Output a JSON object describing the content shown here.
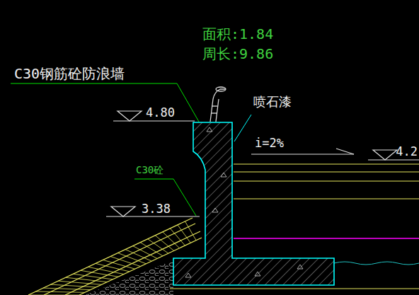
{
  "diagram": {
    "labels": [
      "面积:1.84",
      "周长:9.86",
      "C30钢筋砼防浪墙",
      "喷石漆",
      "4.80",
      "i=2%",
      "4.2",
      "C30砼",
      "3.38"
    ]
  }
}
